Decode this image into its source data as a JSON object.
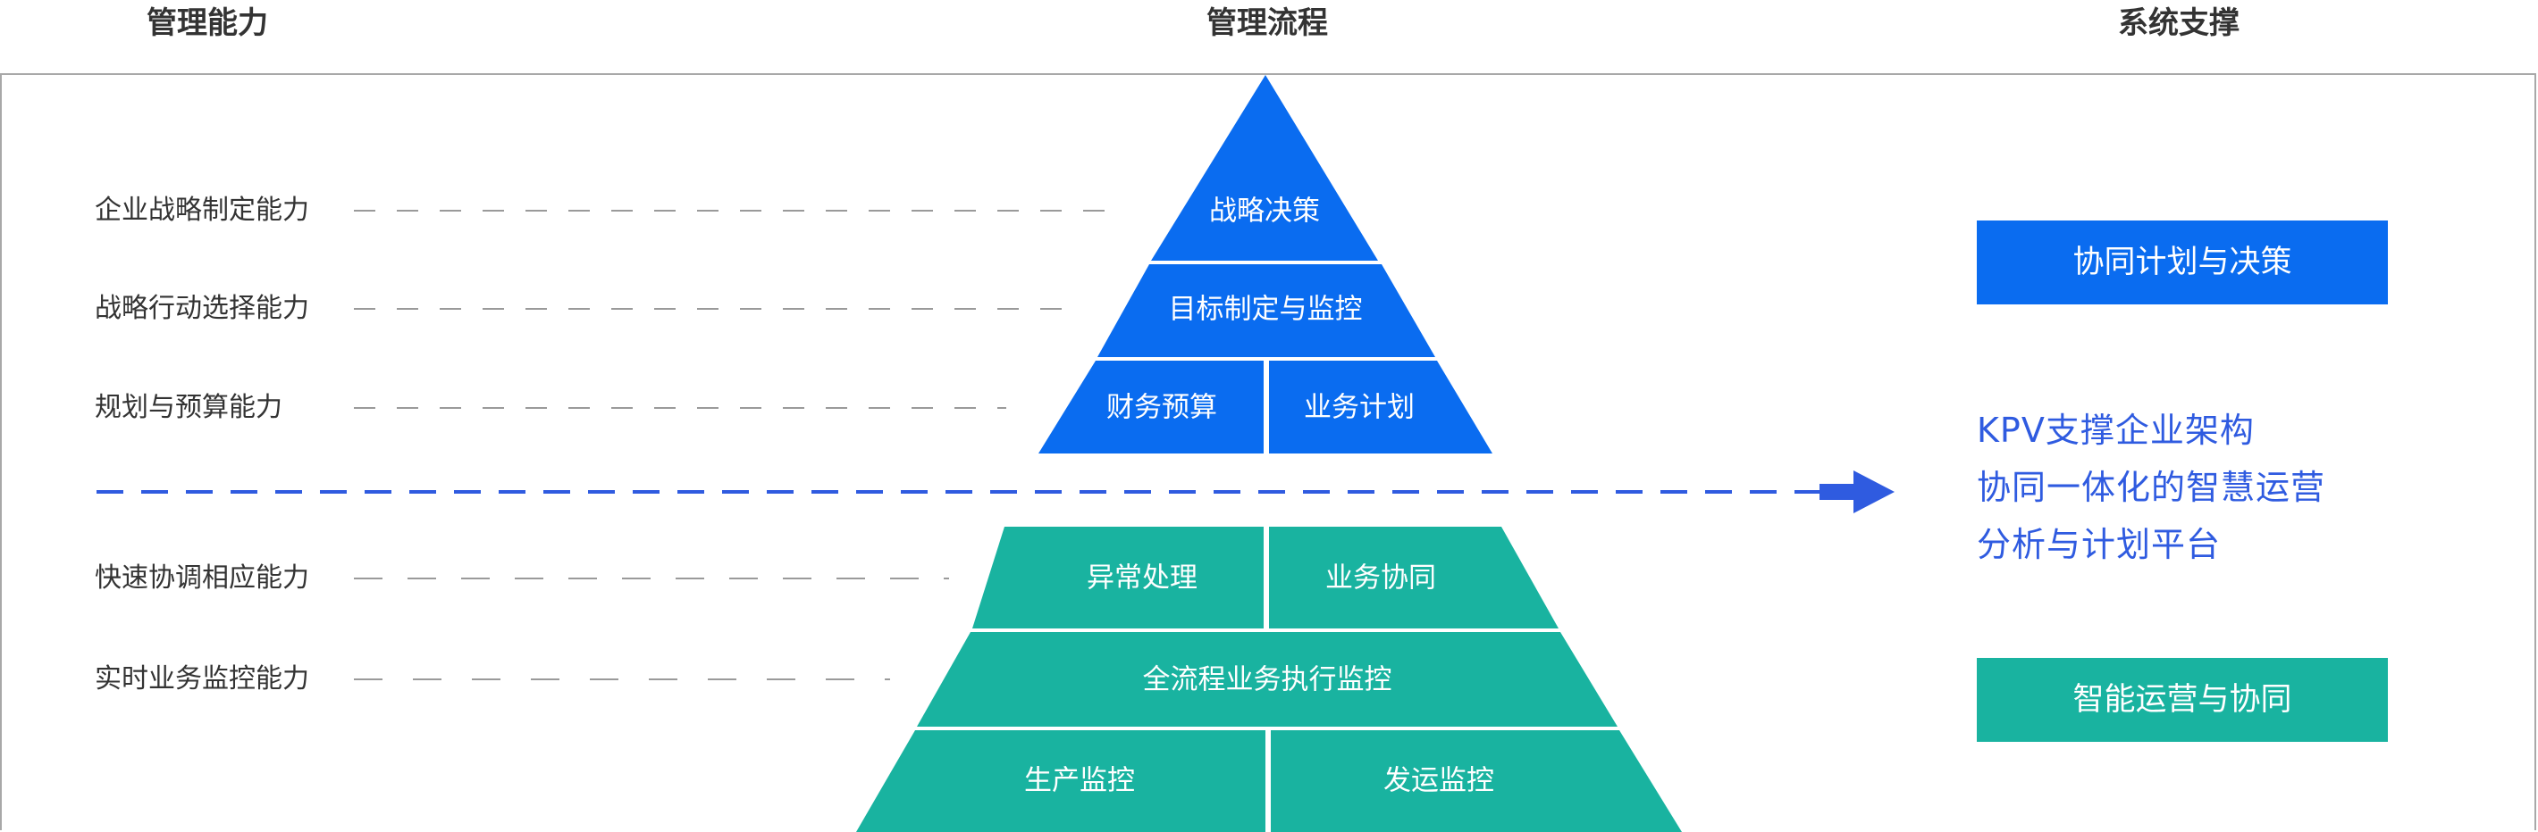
{
  "headers": {
    "capability": "管理能力",
    "process": "管理流程",
    "system": "系统支撑"
  },
  "capabilities": [
    "企业战略制定能力",
    "战略行动选择能力",
    "规划与预算能力",
    "快速协调相应能力",
    "实时业务监控能力"
  ],
  "pyramid_top": {
    "tier1": "战略决策",
    "tier2": "目标制定与监控",
    "tier3_left": "财务预算",
    "tier3_right": "业务计划"
  },
  "pyramid_bottom": {
    "tier1_left": "异常处理",
    "tier1_right": "业务协同",
    "tier2": "全流程业务执行监控",
    "tier3_left": "生产监控",
    "tier3_right": "发运监控"
  },
  "system": {
    "top_box": "协同计划与决策",
    "kpv_lines": [
      "KPV支撑企业架构",
      "协同一体化的智慧运营",
      "分析与计划平台"
    ],
    "bottom_box": "智能运营与协同"
  },
  "colors": {
    "blue": "#0a6cf0",
    "teal": "#19b3a0",
    "accent_blue": "#2f5be0",
    "dash_gray": "#9a9a9a",
    "text": "#333333"
  }
}
